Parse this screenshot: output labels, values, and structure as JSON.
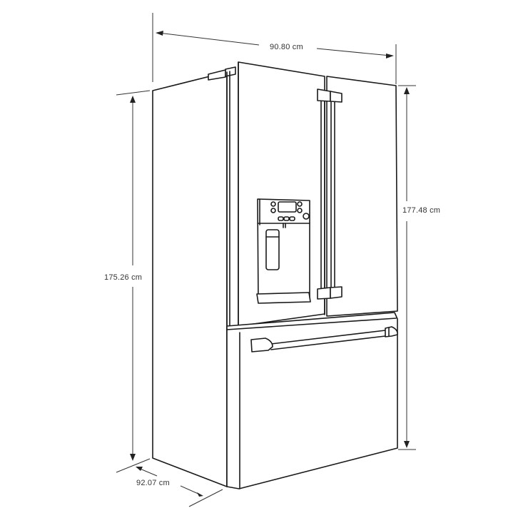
{
  "diagram": {
    "subject": "French door refrigerator dimension drawing",
    "dimensions": {
      "width": "90.80 cm",
      "height_right": "177.48 cm",
      "height_left": "175.26 cm",
      "depth": "92.07 cm"
    },
    "colors": {
      "line": "#1a1a1a",
      "dimension_line": "#333333",
      "label_text": "#333333",
      "background": "#ffffff"
    }
  }
}
